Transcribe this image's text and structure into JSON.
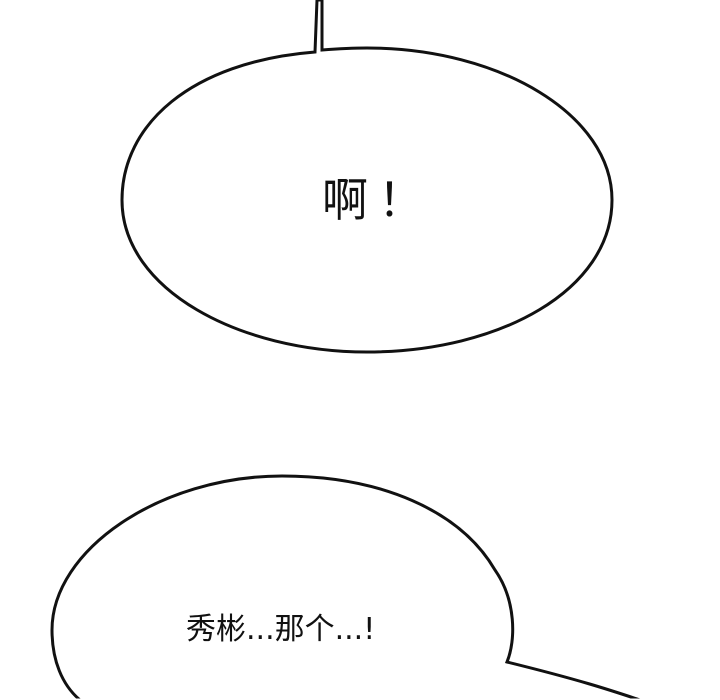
{
  "panel": {
    "background": "#ffffff",
    "stroke_color": "#111111"
  },
  "bubbles": [
    {
      "id": "top",
      "text": "啊！",
      "shape": "ellipse",
      "tail_direction": "up"
    },
    {
      "id": "bottom",
      "text": "秀彬...那个...!",
      "shape": "ellipse",
      "tail_direction": "down-right"
    }
  ]
}
